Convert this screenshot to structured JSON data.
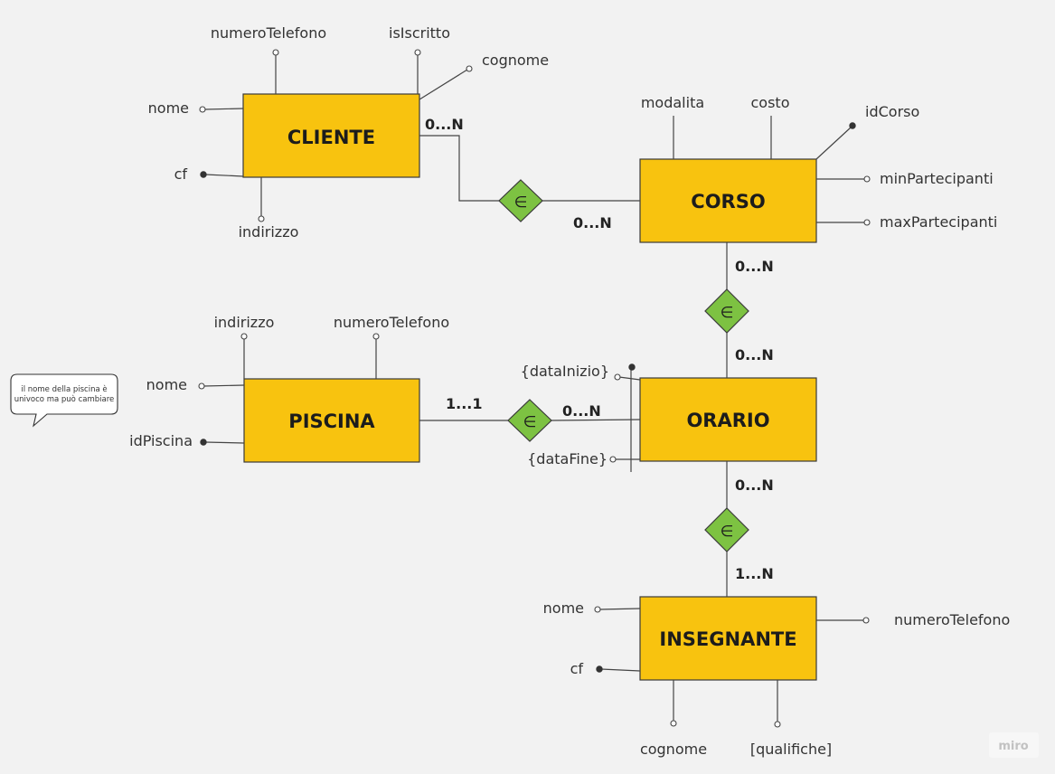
{
  "entities": {
    "cliente": "CLIENTE",
    "corso": "CORSO",
    "piscina": "PISCINA",
    "orario": "ORARIO",
    "insegnante": "INSEGNANTE"
  },
  "attributes": {
    "cliente": {
      "numeroTelefono": "numeroTelefono",
      "isIscritto": "isIscritto",
      "cognome": "cognome",
      "nome": "nome",
      "cf": "cf",
      "indirizzo": "indirizzo"
    },
    "corso": {
      "modalita": "modalita",
      "costo": "costo",
      "idCorso": "idCorso",
      "minPartecipanti": "minPartecipanti",
      "maxPartecipanti": "maxPartecipanti"
    },
    "piscina": {
      "indirizzo": "indirizzo",
      "numeroTelefono": "numeroTelefono",
      "nome": "nome",
      "idPiscina": "idPiscina"
    },
    "orario": {
      "dataInizio": "{dataInizio}",
      "dataFine": "{dataFine}"
    },
    "insegnante": {
      "nome": "nome",
      "cf": "cf",
      "numeroTelefono": "numeroTelefono",
      "cognome": "cognome",
      "qualifiche": "[qualifiche]"
    }
  },
  "relationships": {
    "cliente_corso": "∈",
    "corso_orario": "∈",
    "piscina_orario": "∈",
    "orario_insegnante": "∈"
  },
  "cardinalities": {
    "cliente_side": "0...N",
    "corso_side_cliente": "0...N",
    "corso_side_orario": "0...N",
    "orario_side_corso": "0...N",
    "piscina_side": "1...1",
    "orario_side_piscina": "0...N",
    "orario_side_insegnante": "0...N",
    "insegnante_side": "1...N"
  },
  "note": {
    "lines": [
      "il nome della piscina è",
      "univoco ma può cambiare"
    ]
  },
  "watermark": "miro"
}
